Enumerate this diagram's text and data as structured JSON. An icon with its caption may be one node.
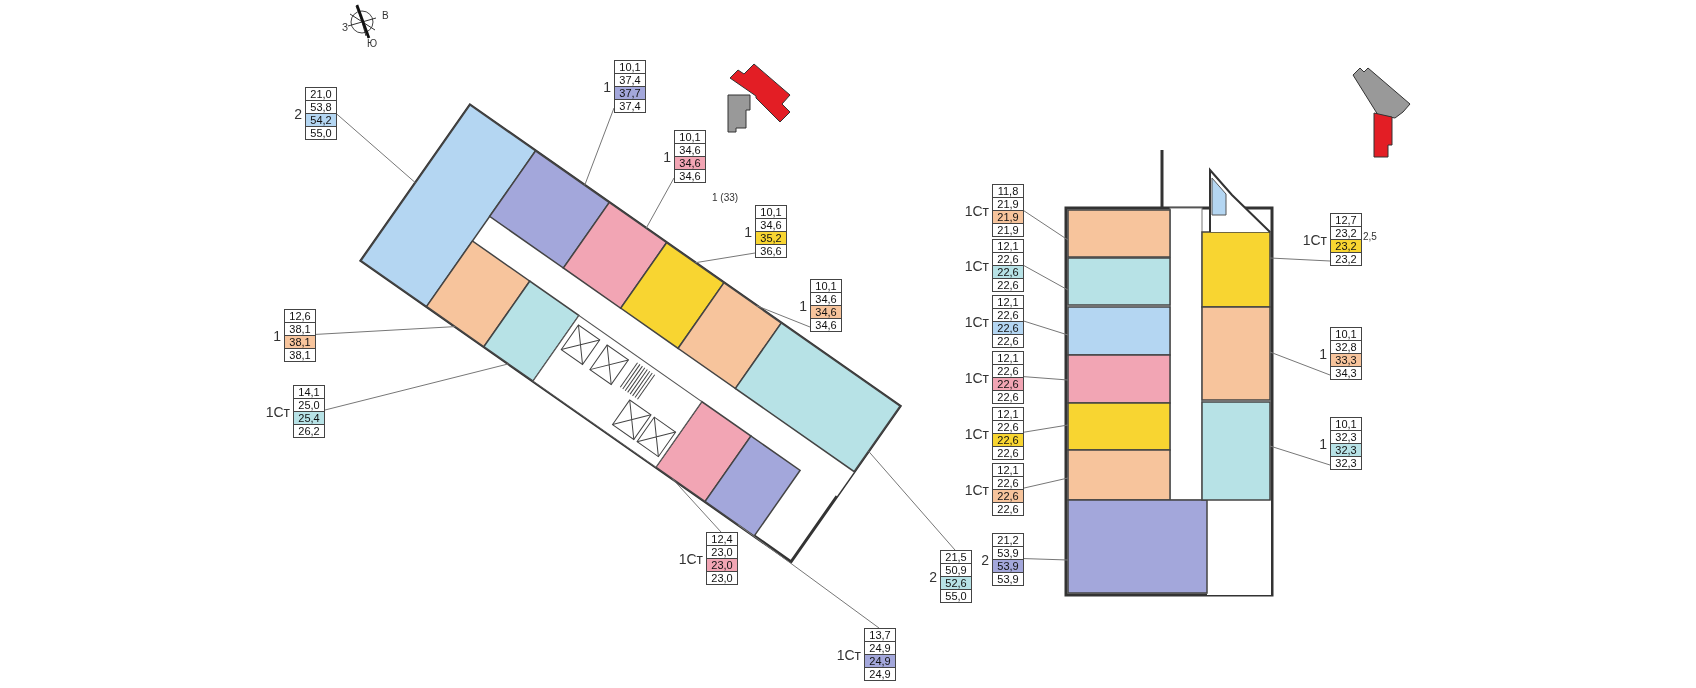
{
  "diagram": {
    "nodes": [
      {
        "text": [
          "2",
          "21,0",
          "53,8",
          "54,2",
          "55,0"
        ]
      },
      {
        "text": [
          "1",
          "10,1",
          "37,4",
          "37,7",
          "37,4"
        ]
      },
      {
        "text": [
          "1",
          "10,1",
          "34,6",
          "34,6",
          "34,6"
        ]
      },
      {
        "text": [
          "1",
          "10,1",
          "34,6",
          "35,2",
          "36,6"
        ]
      },
      {
        "text": [
          "1",
          "10,1",
          "34,6",
          "34,6",
          "34,6"
        ]
      },
      {
        "text": [
          "1",
          "12,6",
          "38,1",
          "38,1",
          "38,1"
        ]
      },
      {
        "text": [
          "1Ст",
          "14,1",
          "25,0",
          "25,4",
          "26,2"
        ]
      },
      {
        "text": [
          "1Ст",
          "12,4",
          "23,0",
          "23,0",
          "23,0"
        ]
      },
      {
        "text": [
          "2",
          "21,5",
          "50,9",
          "52,6",
          "55,0"
        ]
      },
      {
        "text": [
          "1Ст",
          "13,7",
          "24,9",
          "24,9",
          "24,9"
        ]
      },
      {
        "text": [
          "1Ст",
          "11,8",
          "21,9",
          "21,9",
          "21,9"
        ]
      },
      {
        "text": [
          "1Ст",
          "12,1",
          "22,6",
          "22,6",
          "22,6"
        ]
      },
      {
        "text": [
          "1Ст",
          "12,1",
          "22,6",
          "22,6",
          "22,6"
        ]
      },
      {
        "text": [
          "1Ст",
          "12,1",
          "22,6",
          "22,6",
          "22,6"
        ]
      },
      {
        "text": [
          "1Ст",
          "12,1",
          "22,6",
          "22,6",
          "22,6"
        ]
      },
      {
        "text": [
          "1Ст",
          "12,1",
          "22,6",
          "22,6",
          "22,6"
        ]
      },
      {
        "text": [
          "2",
          "21,2",
          "53,9",
          "53,9",
          "53,9"
        ]
      },
      {
        "text": [
          "1Ст",
          "12,7",
          "23,2",
          "23,2",
          "23,2"
        ],
        "beside": [
          "2,5"
        ]
      },
      {
        "text": [
          "1",
          "10,1",
          "32,8",
          "33,3",
          "34,3"
        ]
      },
      {
        "text": [
          "1",
          "10,1",
          "32,3",
          "32,3",
          "32,3"
        ]
      },
      {
        "text": [],
        "shape": "box"
      },
      {
        "text": [],
        "shape": "box"
      },
      {
        "text": [],
        "shape": "box"
      },
      {
        "text": [],
        "shape": "box"
      },
      {
        "text": [],
        "shape": "box"
      },
      {
        "text": [],
        "shape": "box"
      },
      {
        "text": [],
        "shape": "box"
      },
      {
        "text": [],
        "shape": "box"
      },
      {
        "text": [],
        "shape": "box"
      },
      {
        "text": [],
        "shape": "box"
      },
      {
        "text": [],
        "shape": "box"
      },
      {
        "text": [],
        "shape": "box"
      },
      {
        "text": [],
        "shape": "box"
      },
      {
        "text": [],
        "shape": "box"
      },
      {
        "text": [],
        "shape": "box"
      },
      {
        "text": [],
        "shape": "box"
      },
      {
        "text": [],
        "shape": "box"
      },
      {
        "text": [],
        "shape": "box"
      },
      {
        "text": [],
        "shape": "box"
      },
      {
        "text": [],
        "shape": "box"
      }
    ],
    "edges": [
      {
        "from": 0,
        "to": 20,
        "arrow": "none"
      },
      {
        "from": 1,
        "to": 21,
        "arrow": "none"
      },
      {
        "from": 2,
        "to": 22,
        "arrow": "none"
      },
      {
        "from": 3,
        "to": 23,
        "arrow": "none"
      },
      {
        "from": 4,
        "to": 24,
        "arrow": "none"
      },
      {
        "from": 5,
        "to": 25,
        "arrow": "none"
      },
      {
        "from": 6,
        "to": 26,
        "arrow": "none"
      },
      {
        "from": 7,
        "to": 27,
        "arrow": "none"
      },
      {
        "from": 8,
        "to": 28,
        "arrow": "none"
      },
      {
        "from": 9,
        "to": 29,
        "arrow": "none"
      },
      {
        "from": 10,
        "to": 30,
        "arrow": "none"
      },
      {
        "from": 11,
        "to": 31,
        "arrow": "none"
      },
      {
        "from": 12,
        "to": 32,
        "arrow": "none"
      },
      {
        "from": 13,
        "to": 33,
        "arrow": "none"
      },
      {
        "from": 14,
        "to": 34,
        "arrow": "none"
      },
      {
        "from": 15,
        "to": 35,
        "arrow": "none"
      },
      {
        "from": 16,
        "to": 36,
        "arrow": "none"
      },
      {
        "from": 17,
        "to": 37,
        "arrow": "none"
      },
      {
        "from": 18,
        "to": 38,
        "arrow": "none"
      },
      {
        "from": 19,
        "to": 39,
        "arrow": "none"
      }
    ],
    "labels": [
      "З",
      "В",
      "Ю",
      "1 (33)"
    ]
  }
}
